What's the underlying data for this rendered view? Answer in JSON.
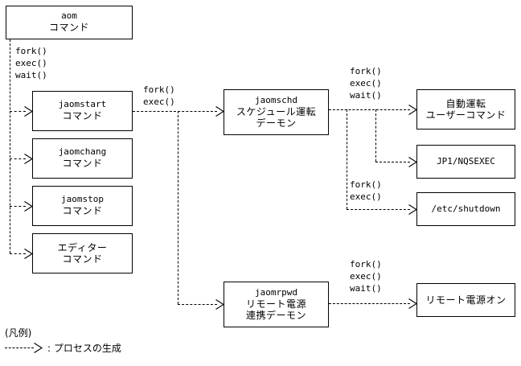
{
  "diagram": {
    "title_text": "",
    "line_color": "#000000",
    "background": "#ffffff",
    "boxes": {
      "aom": {
        "line1": "aom",
        "line2": "コマンド"
      },
      "jaomstart": {
        "line1": "jaomstart",
        "line2": "コマンド"
      },
      "jaomchang": {
        "line1": "jaomchang",
        "line2": "コマンド"
      },
      "jaomstop": {
        "line1": "jaomstop",
        "line2": "コマンド"
      },
      "editor": {
        "line1": "エディター",
        "line2": "コマンド"
      },
      "jaomschd": {
        "line1": "jaomschd",
        "line2": "スケジュール運転",
        "line3": "デーモン"
      },
      "jaomrpwd": {
        "line1": "jaomrpwd",
        "line2": "リモート電源",
        "line3": "連携デーモン"
      },
      "auto_user_cmd": {
        "line1": "自動運転",
        "line2": "ユーザーコマンド"
      },
      "jp1_nqsexec": {
        "line1": "JP1/NQSEXEC"
      },
      "etc_shutdown": {
        "line1": "/etc/shutdown"
      },
      "remote_power_on": {
        "line1": "リモート電源オン"
      }
    },
    "labels": {
      "aom_calls": {
        "l1": "fork()",
        "l2": "exec()",
        "l3": "wait()"
      },
      "jaomstart_calls": {
        "l1": "fork()",
        "l2": "exec()"
      },
      "schd_to_user_calls": {
        "l1": "fork()",
        "l2": "exec()",
        "l3": "wait()"
      },
      "schd_to_shutdown_calls": {
        "l1": "fork()",
        "l2": "exec()"
      },
      "rpwd_calls": {
        "l1": "fork()",
        "l2": "exec()",
        "l3": "wait()"
      }
    },
    "legend": {
      "title": "(凡例)",
      "entry_label": ": プロセスの生成"
    }
  }
}
